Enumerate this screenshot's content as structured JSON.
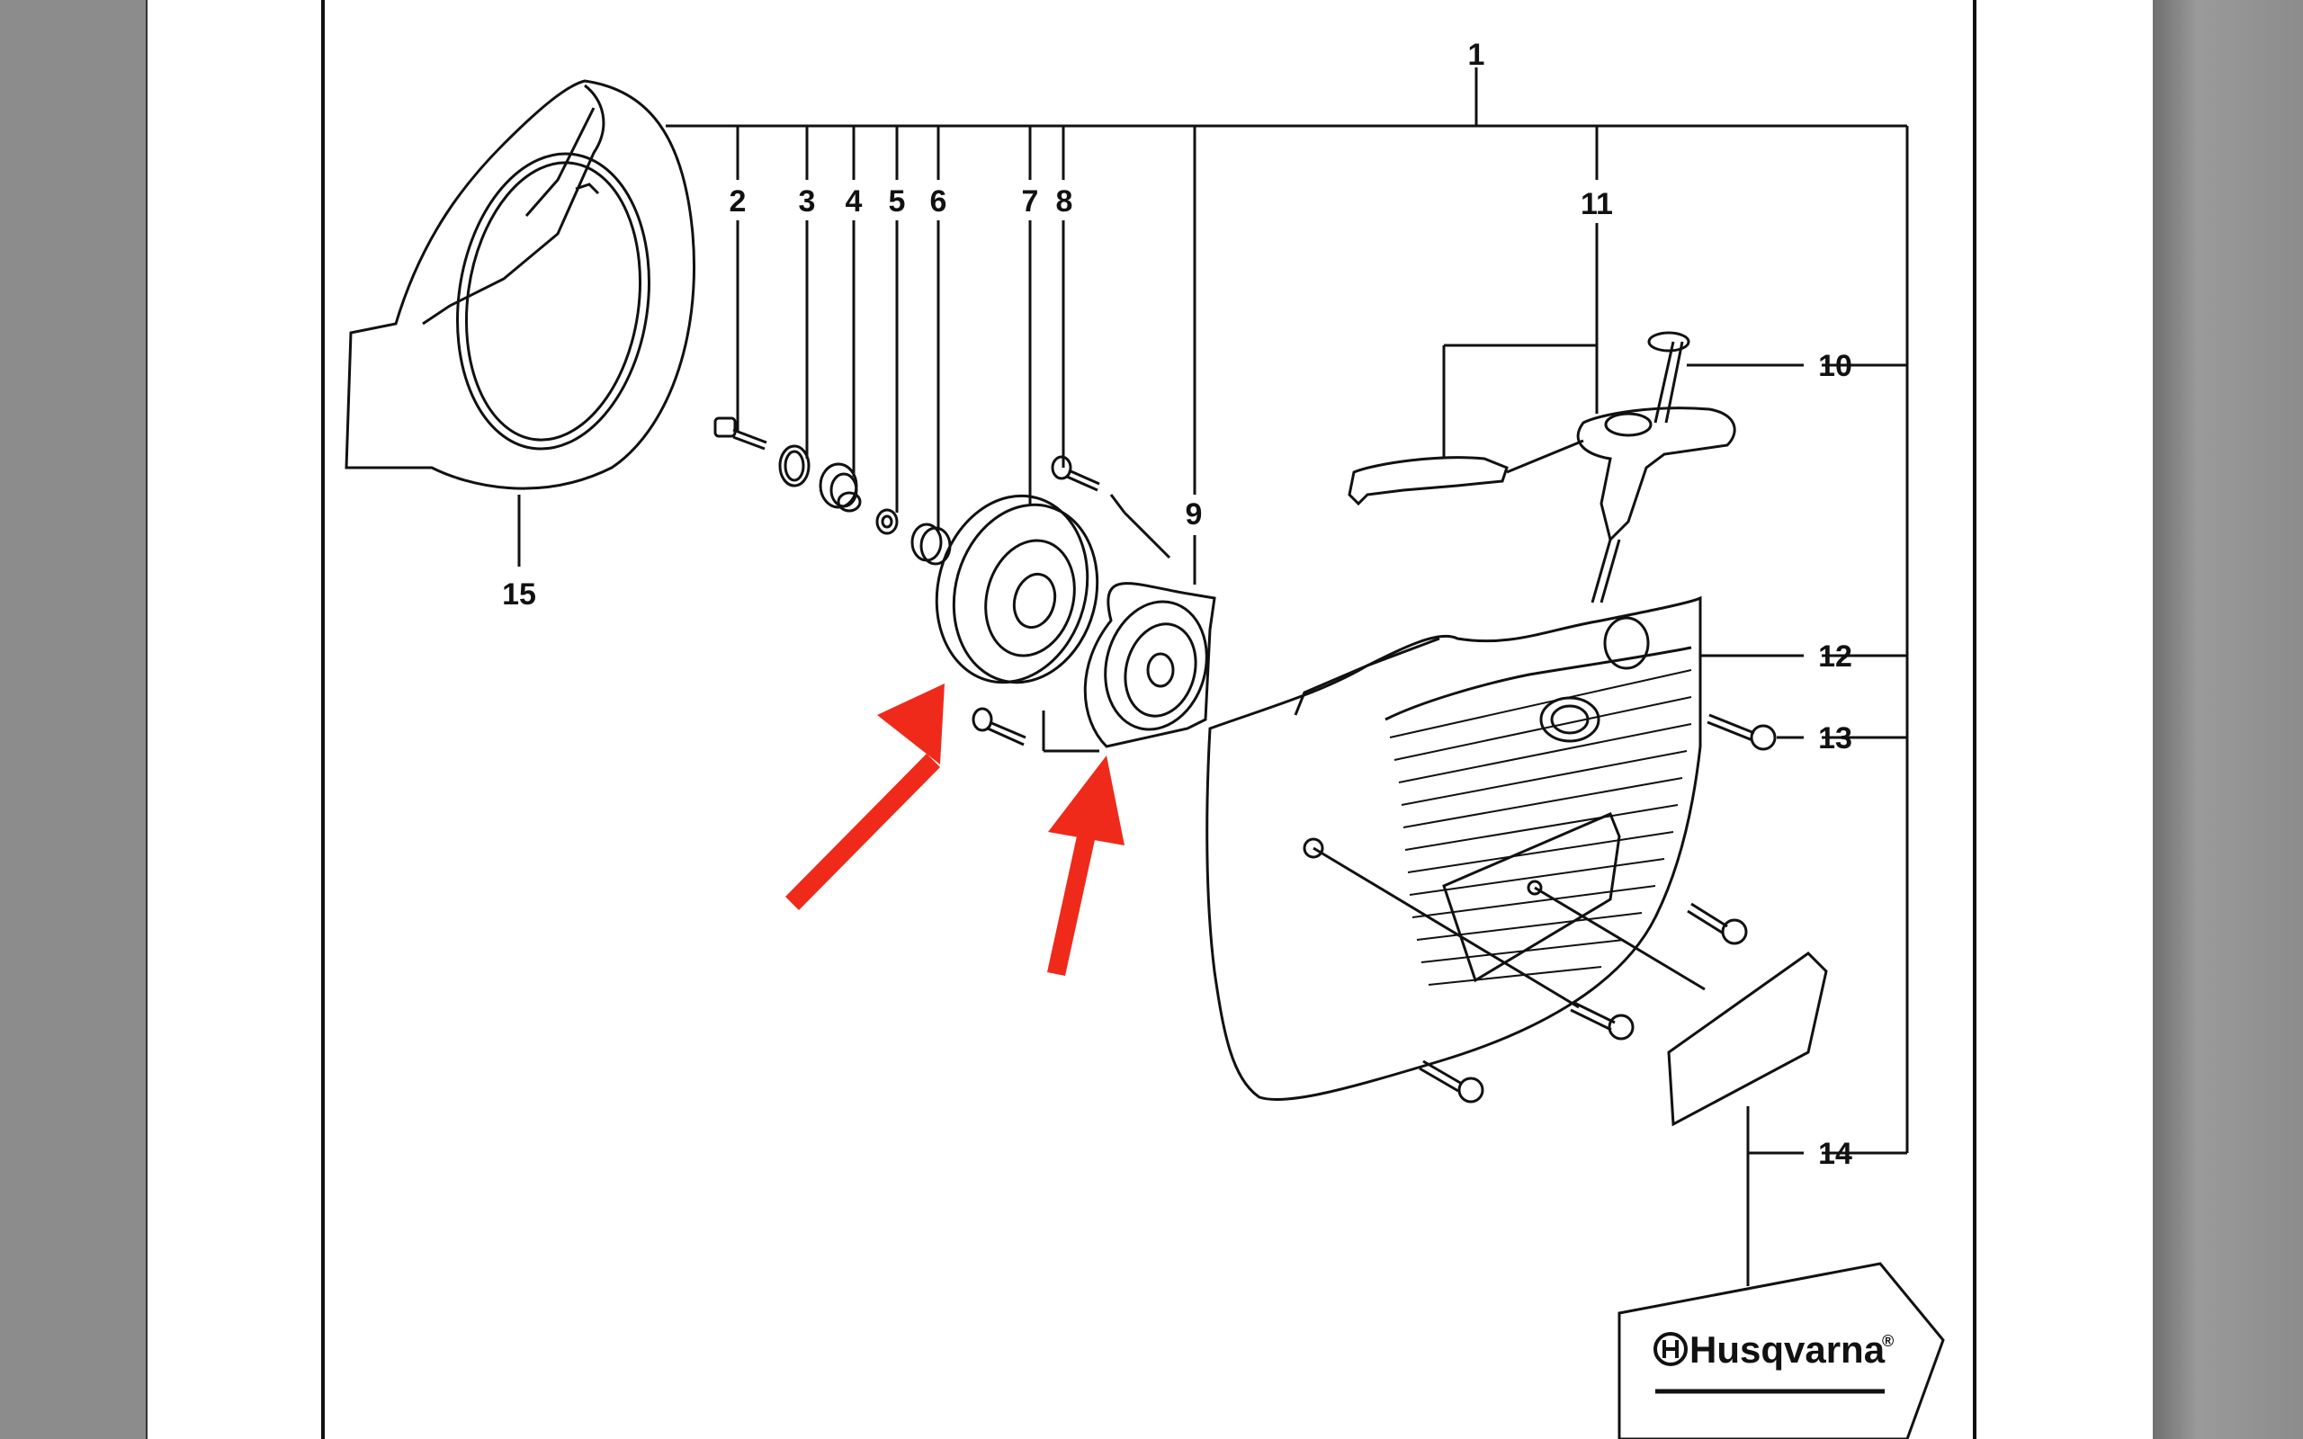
{
  "diagram": {
    "labels": [
      {
        "id": "1",
        "text": "1"
      },
      {
        "id": "2",
        "text": "2"
      },
      {
        "id": "3",
        "text": "3"
      },
      {
        "id": "4",
        "text": "4"
      },
      {
        "id": "5",
        "text": "5"
      },
      {
        "id": "6",
        "text": "6"
      },
      {
        "id": "7",
        "text": "7"
      },
      {
        "id": "8",
        "text": "8"
      },
      {
        "id": "9",
        "text": "9"
      },
      {
        "id": "10",
        "text": "10"
      },
      {
        "id": "11",
        "text": "11"
      },
      {
        "id": "12",
        "text": "12"
      },
      {
        "id": "13",
        "text": "13"
      },
      {
        "id": "14",
        "text": "14"
      },
      {
        "id": "15",
        "text": "15"
      }
    ],
    "annotation_arrows": [
      {
        "target": "starter-pulley",
        "color": "#ef2a1a"
      },
      {
        "target": "spring-cassette",
        "color": "#ef2a1a"
      }
    ]
  },
  "decal": {
    "brand_text": "Husqvarna",
    "registered_mark": "®"
  },
  "colors": {
    "line": "#111111",
    "arrow": "#ef2a1a",
    "page": "#ffffff",
    "background": "#8c8c8c"
  }
}
